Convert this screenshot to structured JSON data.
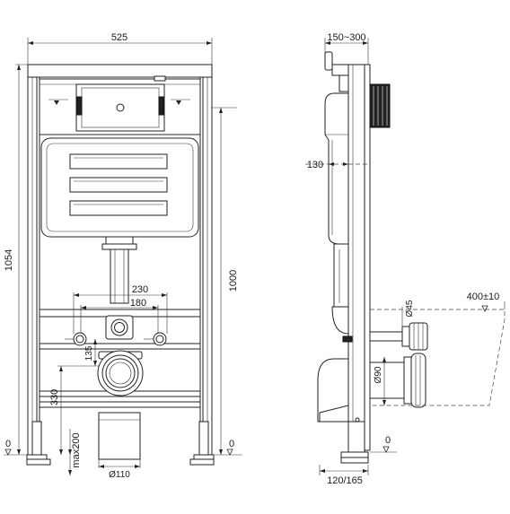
{
  "front_view": {
    "width_label": "525",
    "height_label": "1054",
    "frame_height_label": "1000",
    "pipe_spacing_label": "230",
    "inner_spacing_label": "180",
    "pipe_offset_label": "135",
    "outlet_height_label": "330",
    "floor_label_left": "0",
    "floor_label_right": "0",
    "leg_adjust_label": "max200",
    "outlet_diameter_label": "Ø110"
  },
  "side_view": {
    "depth_label": "150~300",
    "tank_depth_label": "130",
    "wall_distance_label": "400±10",
    "inlet_diameter_label": "Ø45",
    "outlet_diameter_label": "Ø90",
    "floor_label": "0",
    "base_depth_label": "120/165"
  }
}
